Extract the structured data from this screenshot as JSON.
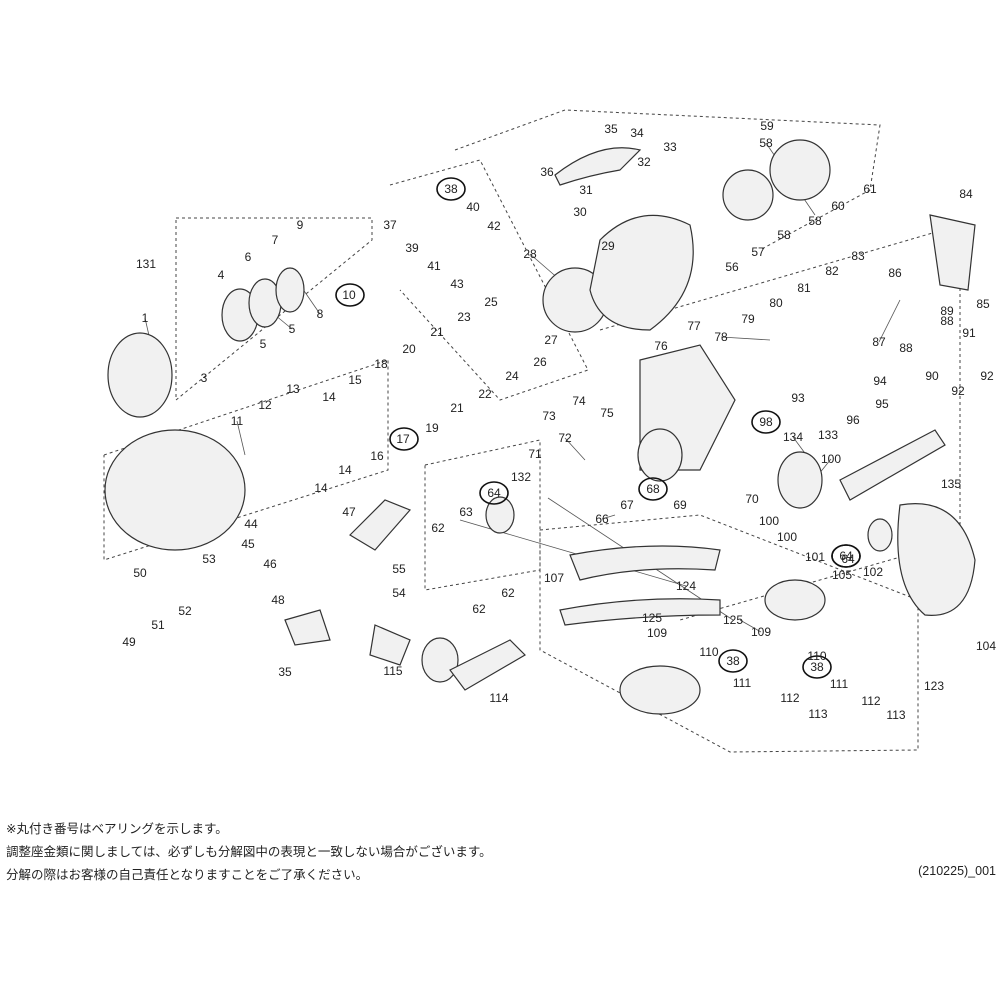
{
  "diagram": {
    "labels": [
      "1",
      "3",
      "4",
      "5",
      "5",
      "6",
      "7",
      "8",
      "9",
      "10",
      "11",
      "12",
      "13",
      "14",
      "14",
      "14",
      "15",
      "16",
      "17",
      "18",
      "19",
      "20",
      "21",
      "21",
      "22",
      "23",
      "24",
      "25",
      "26",
      "27",
      "28",
      "29",
      "30",
      "31",
      "32",
      "33",
      "34",
      "35",
      "35",
      "36",
      "37",
      "38",
      "38",
      "38",
      "39",
      "40",
      "41",
      "42",
      "43",
      "44",
      "45",
      "46",
      "47",
      "48",
      "49",
      "50",
      "51",
      "52",
      "53",
      "54",
      "55",
      "56",
      "57",
      "58",
      "58",
      "58",
      "59",
      "60",
      "61",
      "62",
      "62",
      "62",
      "63",
      "64",
      "64",
      "64",
      "66",
      "67",
      "68",
      "69",
      "70",
      "71",
      "72",
      "73",
      "74",
      "75",
      "76",
      "77",
      "78",
      "79",
      "80",
      "81",
      "82",
      "83",
      "84",
      "85",
      "86",
      "87",
      "88",
      "88",
      "89",
      "90",
      "91",
      "92",
      "92",
      "93",
      "94",
      "95",
      "96",
      "98",
      "100",
      "100",
      "100",
      "101",
      "102",
      "104",
      "105",
      "107",
      "109",
      "109",
      "110",
      "110",
      "111",
      "111",
      "112",
      "112",
      "113",
      "113",
      "114",
      "115",
      "123",
      "124",
      "125",
      "125",
      "131",
      "132",
      "133",
      "134",
      "135"
    ],
    "bearing_labels": [
      "10",
      "17",
      "38",
      "38",
      "38",
      "64",
      "64",
      "64",
      "68",
      "98"
    ]
  },
  "notes": {
    "line1": "※丸付き番号はベアリングを示します。",
    "line2": "調整座金類に関しましては、必ずしも分解図中の表現と一致しない場合がございます。",
    "line3": "分解の際はお客様の自己責任となりますことをご了承ください。",
    "code": "(210225)_001"
  }
}
